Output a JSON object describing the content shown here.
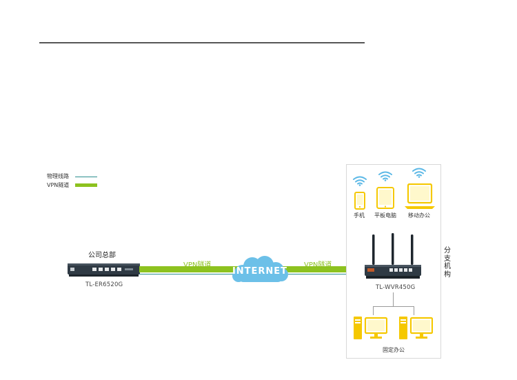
{
  "legend": {
    "physical_label": "物理线路",
    "vpn_label": "VPN隧道"
  },
  "headquarters": {
    "title": "公司总部",
    "model": "TL-ER6520G"
  },
  "links": {
    "left_vpn_label": "VPN隧道",
    "right_vpn_label": "VPN隧道"
  },
  "internet": {
    "label": "INTERNET"
  },
  "branch": {
    "title": "分支机构",
    "model": "TL-WVR450G",
    "mobile_devices": [
      {
        "label": "手机",
        "icon": "phone-icon"
      },
      {
        "label": "平板电脑",
        "icon": "tablet-icon"
      },
      {
        "label": "移动办公",
        "icon": "laptop-icon"
      }
    ],
    "fixed_office_label": "固定办公"
  },
  "colors": {
    "vpn_green": "#8dc21f",
    "physical_teal": "#2a8d8d",
    "wifi_blue": "#5bb8e6",
    "cloud_blue": "#6cc0e8",
    "device_yellow": "#f5c800",
    "router_dark": "#2f3a44"
  }
}
